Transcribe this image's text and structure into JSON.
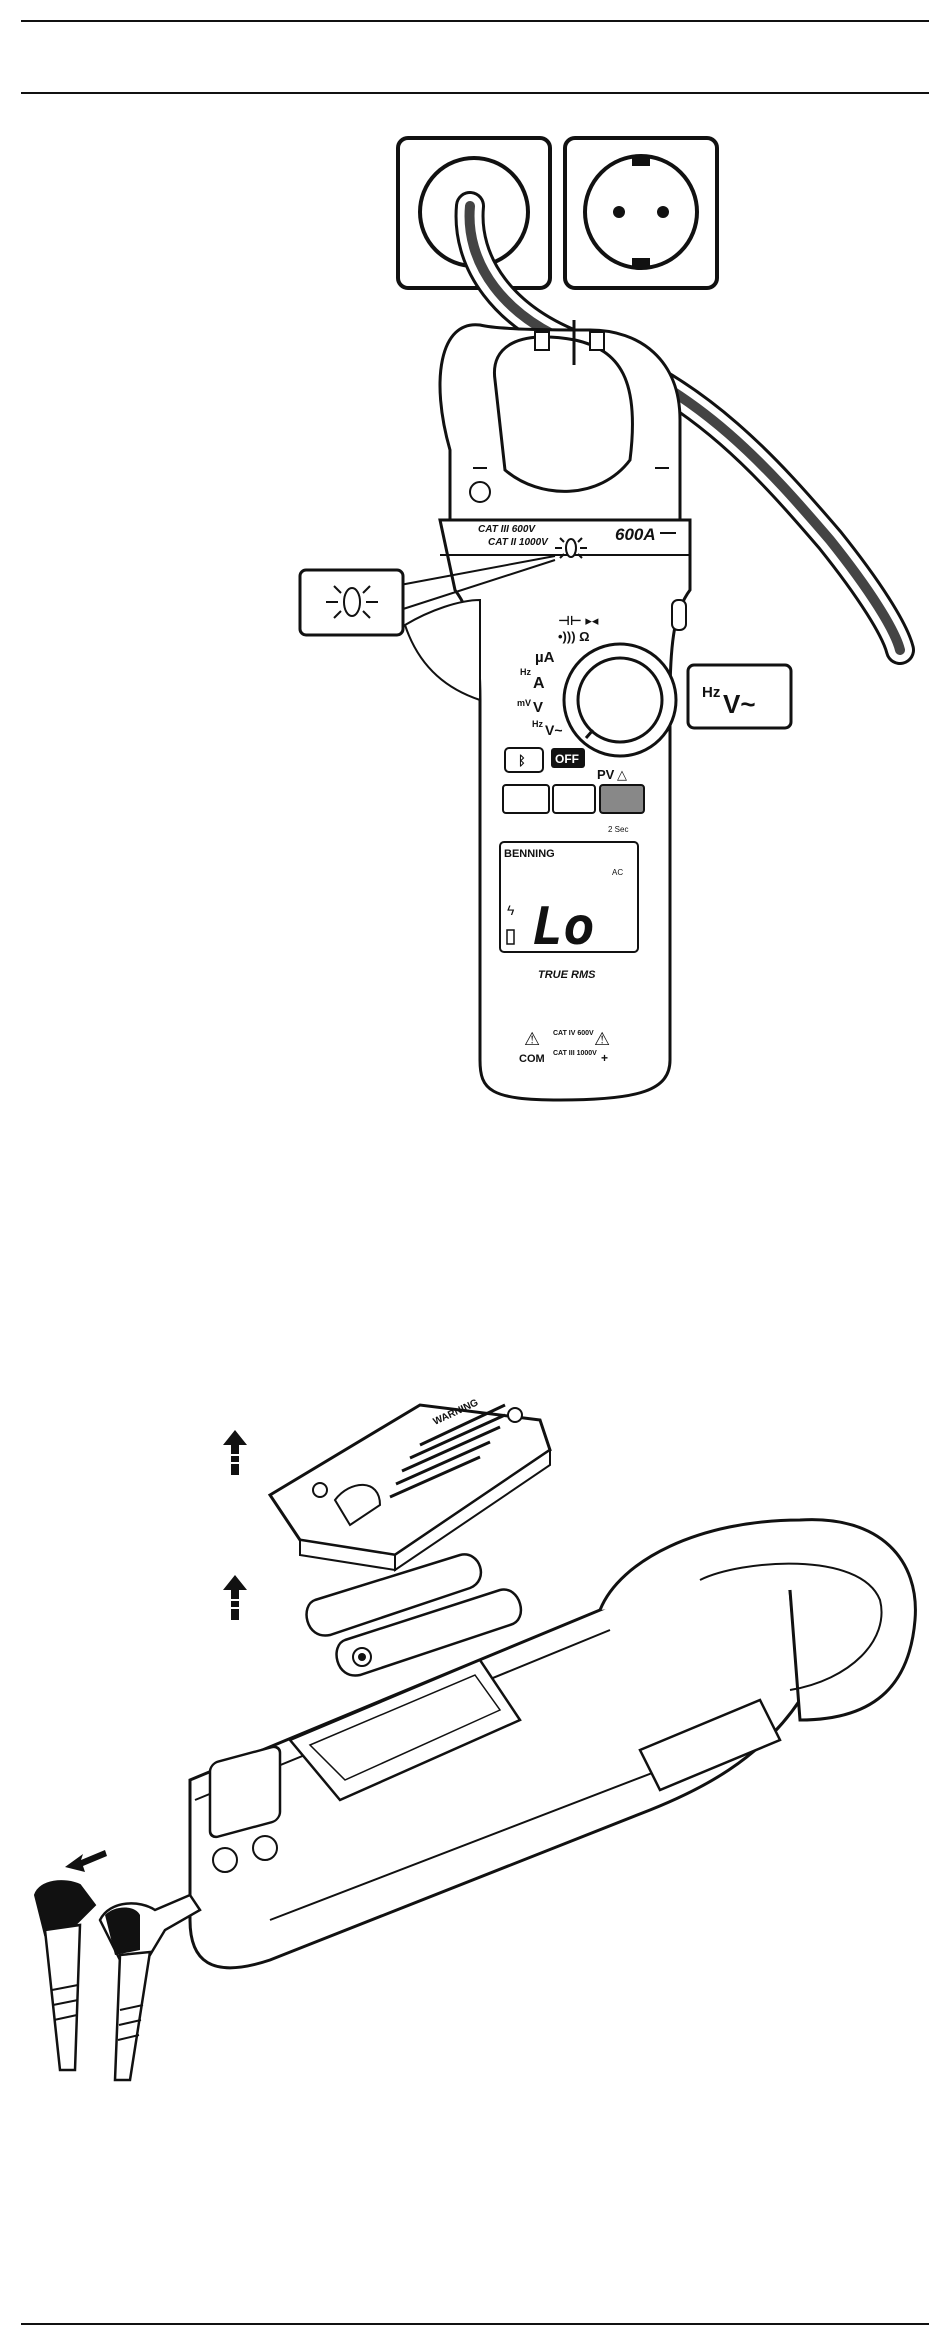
{
  "figure1": {
    "cat_rating_1": "CAT III 600V",
    "cat_rating_2": "CAT II 1000V",
    "range_label": "600A",
    "rotary_labels": {
      "cap_diode": "⊣⊢ ▸◂",
      "continuity_ohm": "•))) Ω",
      "micro_amp": "µA",
      "hz_amp": "A",
      "millivolt": "V",
      "hz_volt": "V~",
      "off": "OFF",
      "pv": "PV"
    },
    "hz_prefix": "Hz",
    "mv_prefix": "mV",
    "brand": "BENNING",
    "lcd_mode": "AC",
    "lcd_reading": "Lo",
    "true_rms": "TRUE RMS",
    "jack_com": "COM",
    "jack_cat_1": "CAT IV 600V",
    "jack_cat_2": "CAT III 1000V",
    "hold_time": "2 Sec",
    "callout_mode_main": "V~",
    "callout_mode_prefix": "Hz"
  },
  "figure2": {
    "battery_cover_warning": "WARNING"
  }
}
